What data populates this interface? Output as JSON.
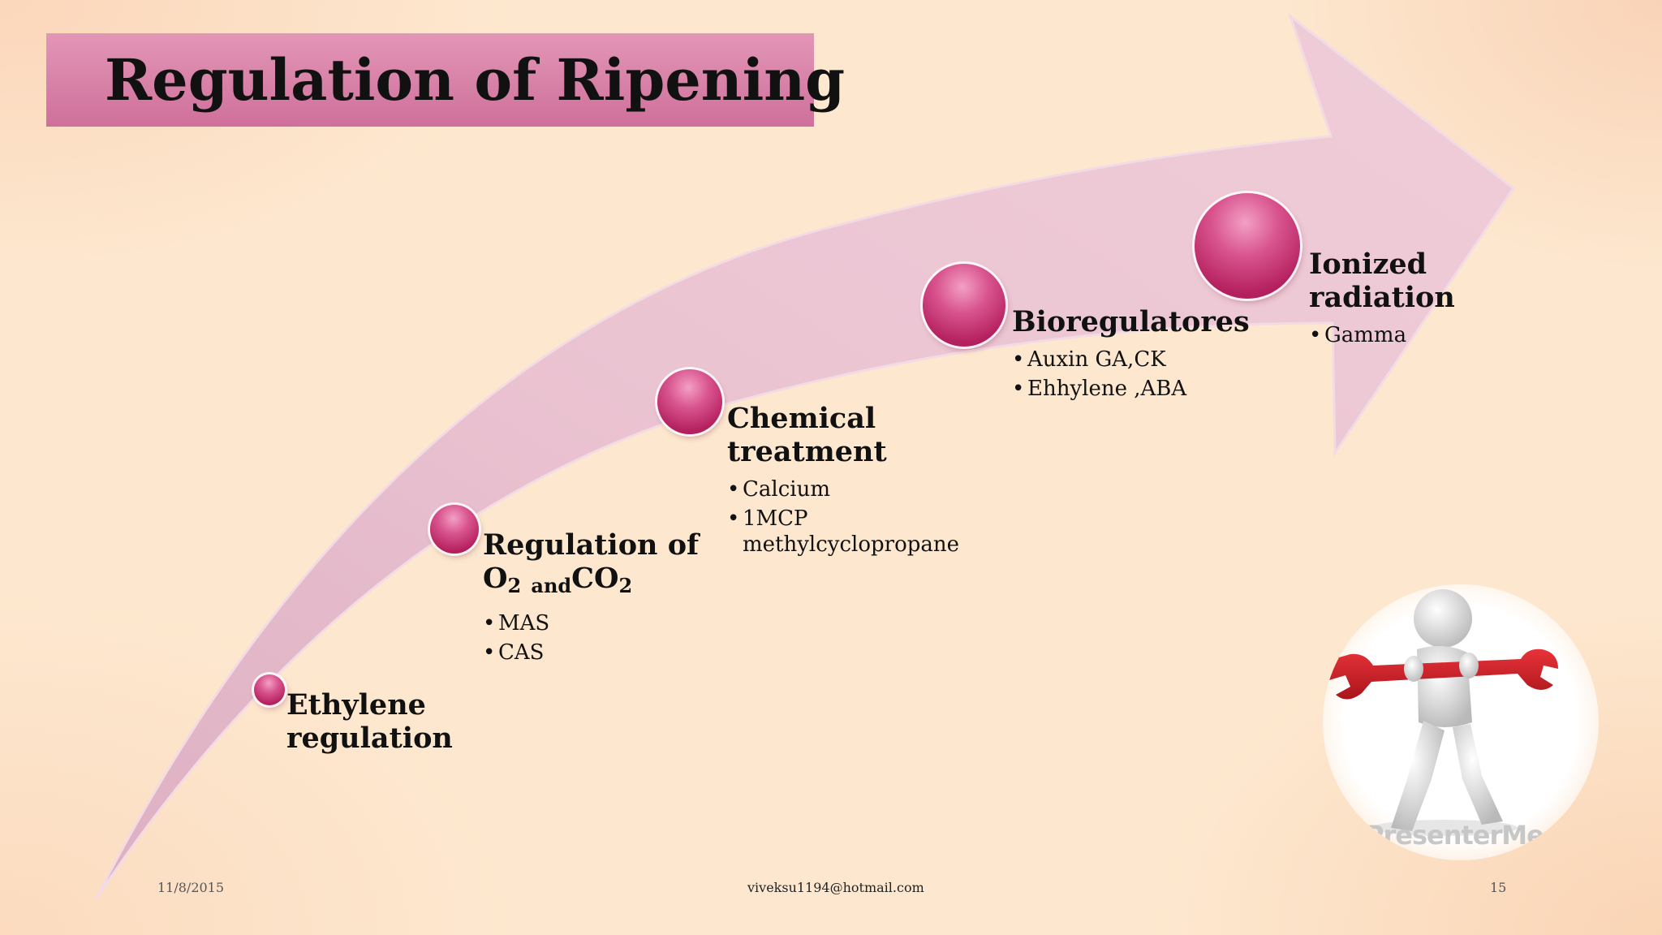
{
  "slide": {
    "title": "Regulation of Ripening",
    "steps": [
      {
        "title_lines": [
          "Ethylene",
          "regulation"
        ],
        "bullets": []
      },
      {
        "title_line1": "Regulation of",
        "o2_main": "O",
        "o2_sub": "2",
        "and_text": "and",
        "co2_main": "CO",
        "co2_sub": "2",
        "bullets": [
          "MAS",
          "CAS"
        ]
      },
      {
        "title_lines": [
          "Chemical",
          "treatment"
        ],
        "bullets": [
          "Calcium",
          "1MCP",
          "methylcyclopropane"
        ]
      },
      {
        "title_lines": [
          "Bioregulatores"
        ],
        "bullets": [
          "Auxin GA,CK",
          "Ehhylene ,ABA"
        ]
      },
      {
        "title_lines": [
          "Ionized",
          "radiation"
        ],
        "bullets": [
          "Gamma"
        ]
      }
    ],
    "footer": {
      "date": "11/8/2015",
      "email": "viveksu1194@hotmail.com",
      "page_number": "15"
    },
    "clipart": {
      "icon": "wrench-figure-icon",
      "watermark": "PresenterMedia"
    },
    "colors": {
      "background": "#fde8cf",
      "banner": "#d982a8",
      "arrow": "#e8c0cf",
      "bubble": "#c2306d"
    }
  }
}
